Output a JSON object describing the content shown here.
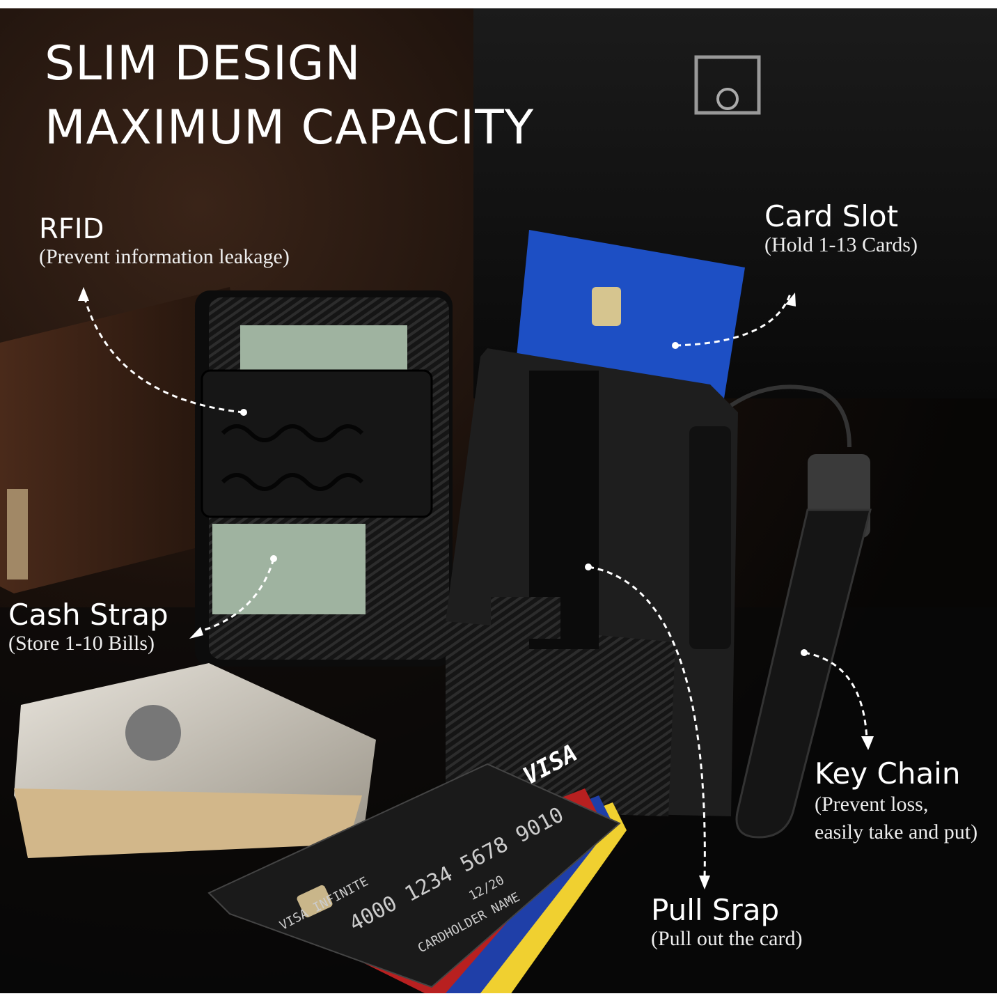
{
  "headline": {
    "line1": "SLIM DESIGN",
    "line2": "MAXIMUM CAPACITY"
  },
  "callouts": [
    {
      "title": "RFID",
      "subtitle": "(Prevent information leakage)"
    },
    {
      "title": "Card Slot",
      "subtitle": "(Hold 1-13 Cards)"
    },
    {
      "title": "Cash Strap",
      "subtitle": "(Store 1-10 Bills)"
    },
    {
      "title": "Key Chain",
      "subtitle_line1": "(Prevent loss,",
      "subtitle_line2": "easily take and put)"
    },
    {
      "title": "Pull Srap",
      "subtitle": "(Pull out the card)"
    }
  ],
  "card_print": {
    "brand": "VISA INFINITE",
    "number": "4000 1234 5678 9010",
    "expiry": "12/20",
    "holder": "CARDHOLDER NAME",
    "logo": "VISA"
  },
  "colors": {
    "text": "#ffffff",
    "card_blue": "#1d4fc4",
    "background": "#0a0807"
  }
}
